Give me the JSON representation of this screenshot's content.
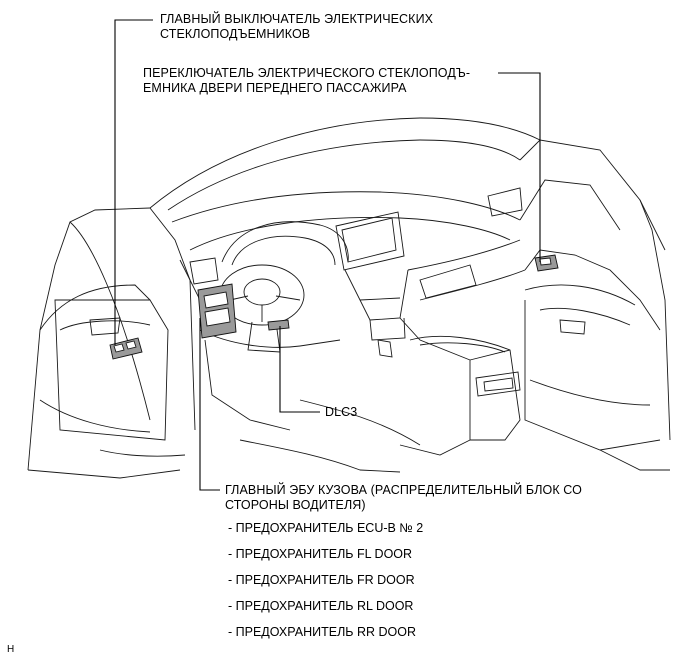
{
  "callouts": {
    "main_window_switch": "ГЛАВНЫЙ ВЫКЛЮЧАТЕЛЬ ЭЛЕКТРИЧЕСКИХ\nСТЕКЛОПОДЪЕМНИКОВ",
    "passenger_window_switch": "ПЕРЕКЛЮЧАТЕЛЬ ЭЛЕКТРИЧЕСКОГО СТЕКЛОПОДЪ-\nЕМНИКА ДВЕРИ ПЕРЕДНЕГО ПАССАЖИРА",
    "dlc3": "DLC3",
    "main_body_ecu": "ГЛАВНЫЙ ЭБУ КУЗОВА (РАСПРЕДЕЛИТЕЛЬНЫЙ БЛОК СО\nСТОРОНЫ ВОДИТЕЛЯ)"
  },
  "fuses": [
    "- ПРЕДОХРАНИТЕЛЬ ECU-B № 2",
    "- ПРЕДОХРАНИТЕЛЬ FL DOOR",
    "- ПРЕДОХРАНИТЕЛЬ FR DOOR",
    "- ПРЕДОХРАНИТЕЛЬ RL DOOR",
    "- ПРЕДОХРАНИТЕЛЬ RR DOOR"
  ],
  "corner_mark": "H"
}
